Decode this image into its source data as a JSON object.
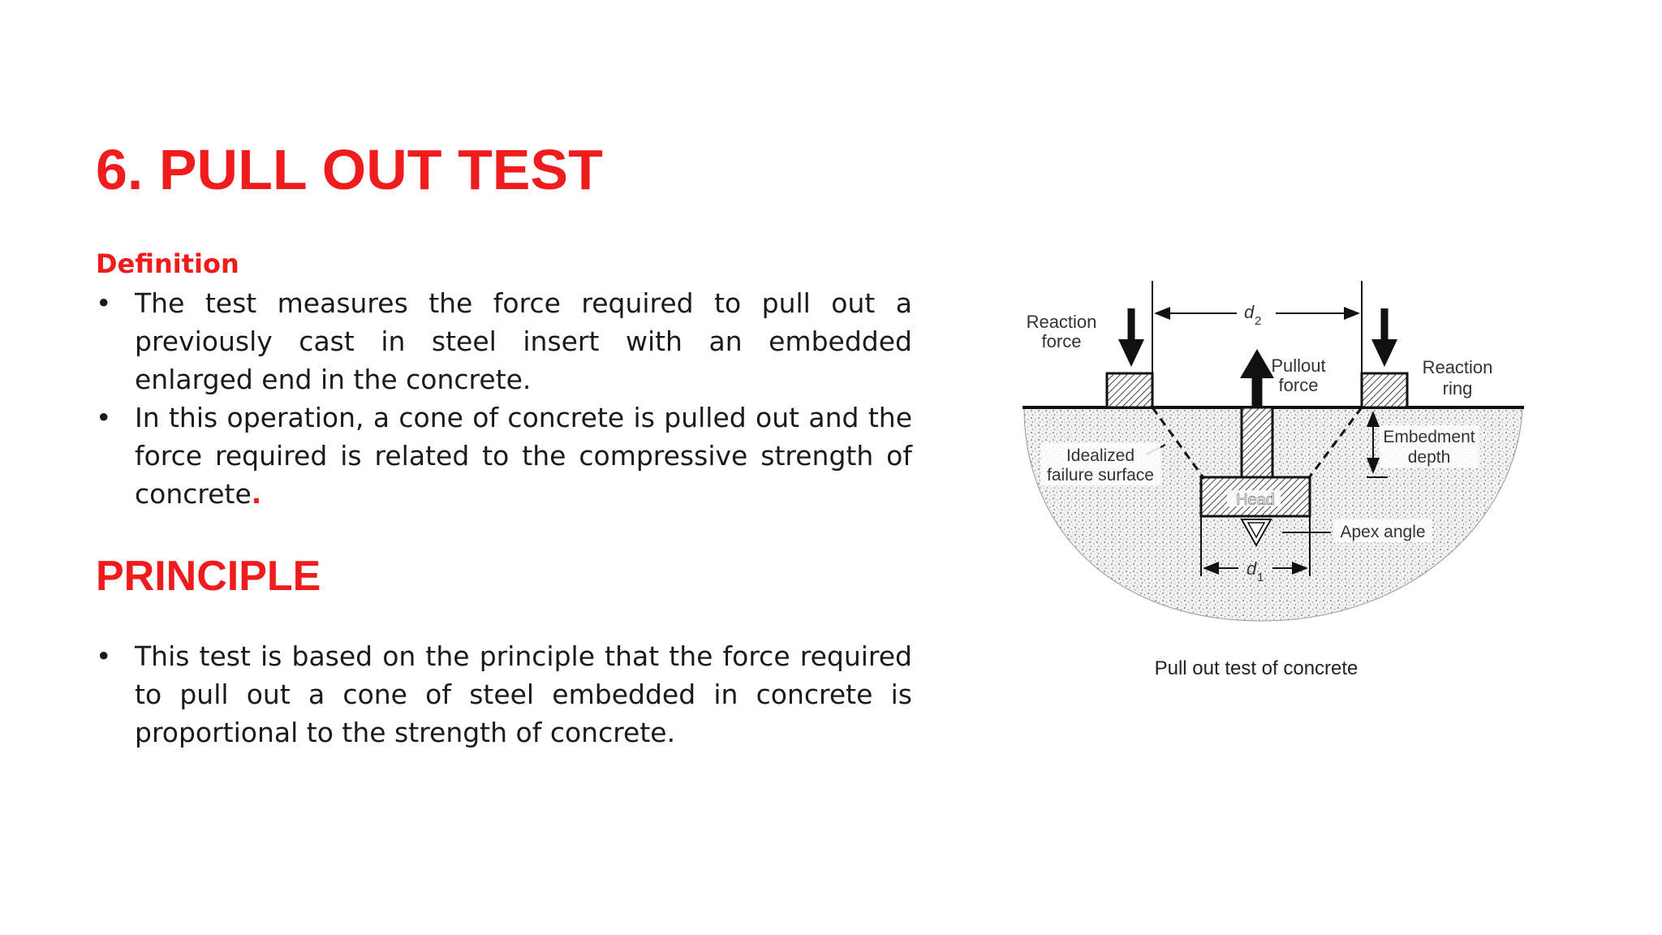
{
  "slide": {
    "title": "6. PULL OUT TEST",
    "definition": {
      "heading": "Definition",
      "bullets": [
        "The test measures the force required to pull out a previously cast in steel insert with an embedded enlarged end in the concrete.",
        " In this operation, a cone of concrete is pulled out and the force required is related to the compressive strength of concrete"
      ],
      "bullet_2_end": "."
    },
    "principle": {
      "heading": "PRINCIPLE",
      "bullets": [
        "This test is based on the principle that the force required to pull out a cone of steel embedded in concrete is proportional to the strength of concrete."
      ]
    },
    "bullet_symbol": "•"
  },
  "figure": {
    "labels": {
      "reaction_force_1": "Reaction",
      "reaction_force_2": "force",
      "d2": "d",
      "d2_sub": "2",
      "pullout_1": "Pullout",
      "pullout_2": "force",
      "reaction_ring_1": "Reaction",
      "reaction_ring_2": "ring",
      "embedment_1": "Embedment",
      "embedment_2": "depth",
      "idealized_1": "Idealized",
      "idealized_2": "failure surface",
      "head": "Head",
      "apex": "Apex angle",
      "d1": "d",
      "d1_sub": "1"
    },
    "caption": "Pull out test of concrete"
  },
  "colors": {
    "accent_red": "#ee1c1c",
    "text": "#1a1a1a"
  }
}
